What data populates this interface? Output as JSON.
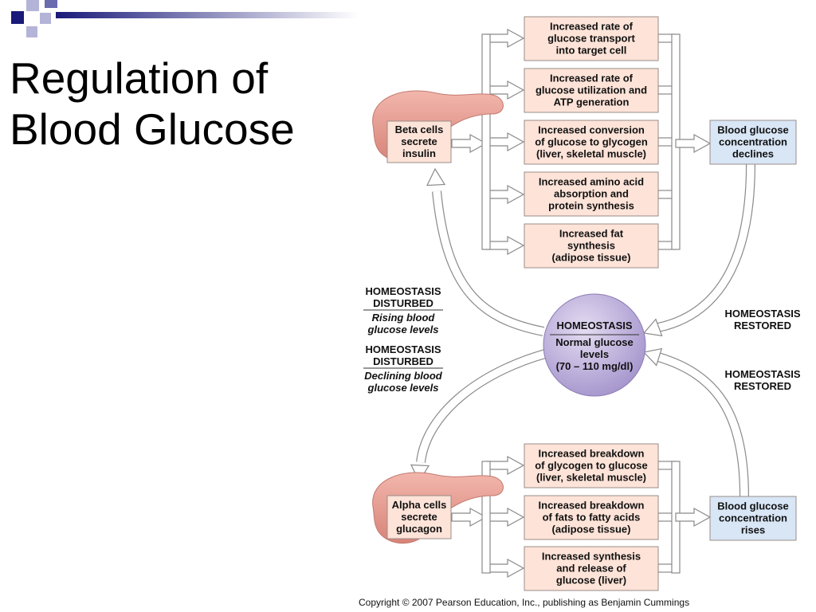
{
  "slide": {
    "title_lines": [
      "Regulation of",
      "Blood Glucose"
    ],
    "copyright": "Copyright © 2007 Pearson Education, Inc., publishing as Benjamin Cummings"
  },
  "colors": {
    "accent_dark": "#1a1a7a",
    "accent_mid": "#6b6bb0",
    "accent_light": "#b4b4d8",
    "effect_box_fill": "#fde3d8",
    "blood_box_fill": "#d8e6f6",
    "homeostasis_fill": "#b8a8d8",
    "pancreas_fill": "#ea9c92"
  },
  "diagram": {
    "beta_box": [
      "Beta cells",
      "secrete",
      "insulin"
    ],
    "alpha_box": [
      "Alpha cells",
      "secrete",
      "glucagon"
    ],
    "insulin_effects": [
      [
        "Increased rate of",
        "glucose transport",
        "into target cell"
      ],
      [
        "Increased rate of",
        "glucose utilization and",
        "ATP generation"
      ],
      [
        "Increased conversion",
        "of glucose to glycogen",
        "(liver, skeletal muscle)"
      ],
      [
        "Increased amino acid",
        "absorption and",
        "protein synthesis"
      ],
      [
        "Increased fat",
        "synthesis",
        "(adipose tissue)"
      ]
    ],
    "glucagon_effects": [
      [
        "Increased breakdown",
        "of glycogen to glucose",
        "(liver, skeletal muscle)"
      ],
      [
        "Increased breakdown",
        "of fats to fatty acids",
        "(adipose tissue)"
      ],
      [
        "Increased synthesis",
        "and release of",
        "glucose (liver)"
      ]
    ],
    "declines_box": [
      "Blood glucose",
      "concentration",
      "declines"
    ],
    "rises_box": [
      "Blood glucose",
      "concentration",
      "rises"
    ],
    "homeostasis": {
      "title": "HOMEOSTASIS",
      "lines": [
        "Normal glucose",
        "levels",
        "(70 – 110 mg/dl)"
      ]
    },
    "disturbed_rising": {
      "heading": [
        "HOMEOSTASIS",
        "DISTURBED"
      ],
      "detail": [
        "Rising blood",
        "glucose levels"
      ]
    },
    "disturbed_declining": {
      "heading": [
        "HOMEOSTASIS",
        "DISTURBED"
      ],
      "detail": [
        "Declining blood",
        "glucose levels"
      ]
    },
    "restored_top": [
      "HOMEOSTASIS",
      "RESTORED"
    ],
    "restored_bottom": [
      "HOMEOSTASIS",
      "RESTORED"
    ]
  }
}
